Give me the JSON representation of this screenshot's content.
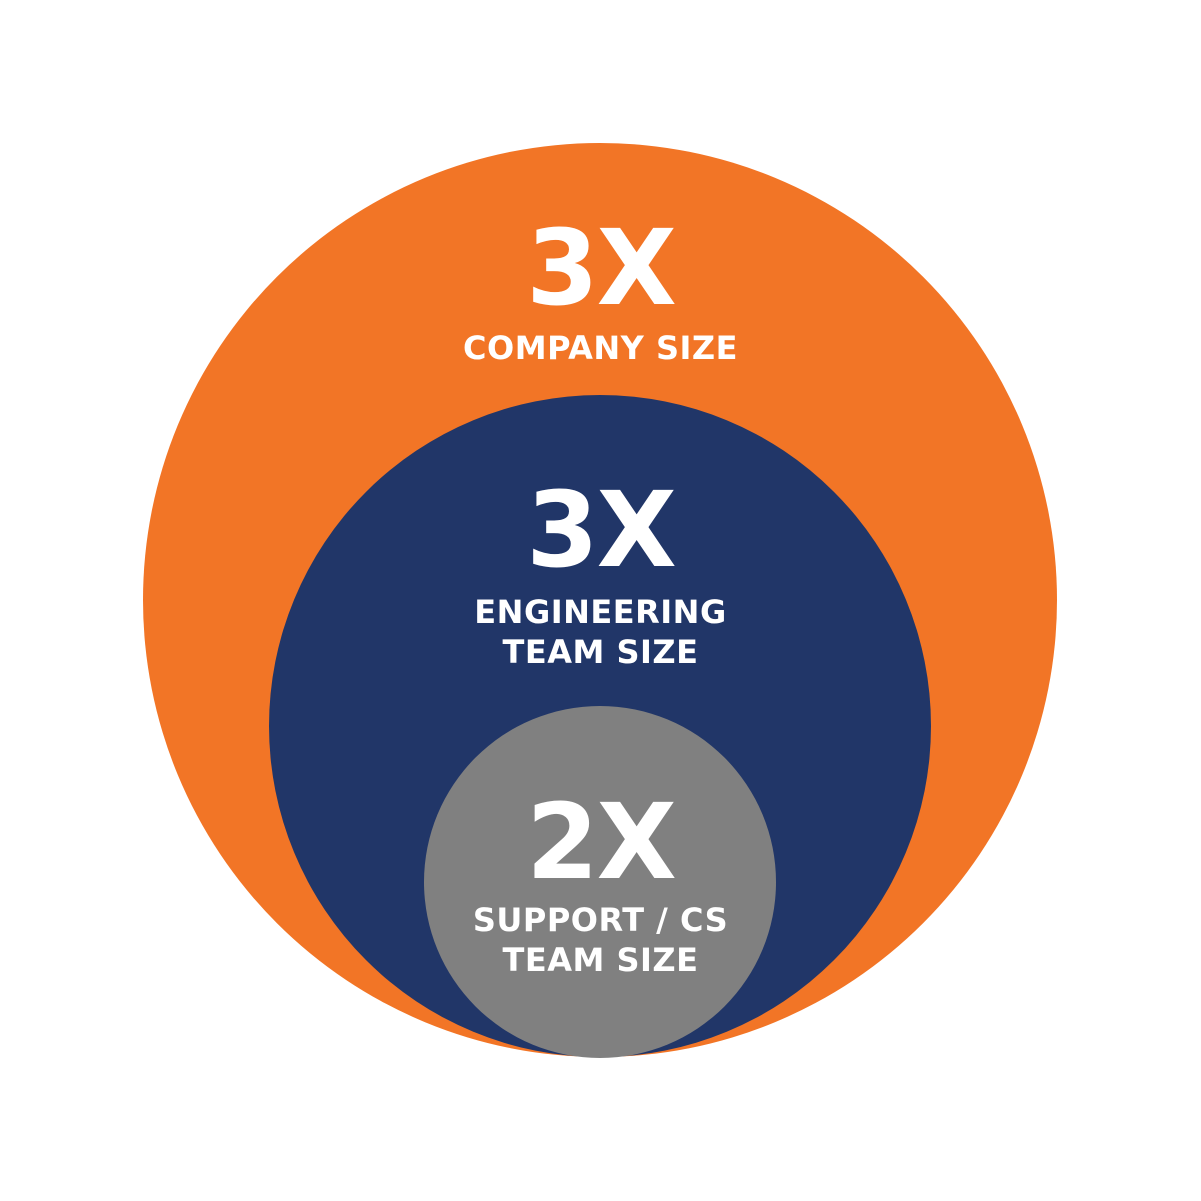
{
  "colors": {
    "background": "#ffffff",
    "outer": "#f27526",
    "middle": "#213668",
    "inner": "#808080",
    "text": "#ffffff"
  },
  "outer": {
    "value": "3X",
    "caption_line1": "COMPANY SIZE"
  },
  "middle": {
    "value": "3X",
    "caption_line1": "ENGINEERING",
    "caption_line2": "TEAM SIZE"
  },
  "inner": {
    "value": "2X",
    "caption_line1": "SUPPORT / CS",
    "caption_line2": "TEAM SIZE"
  }
}
